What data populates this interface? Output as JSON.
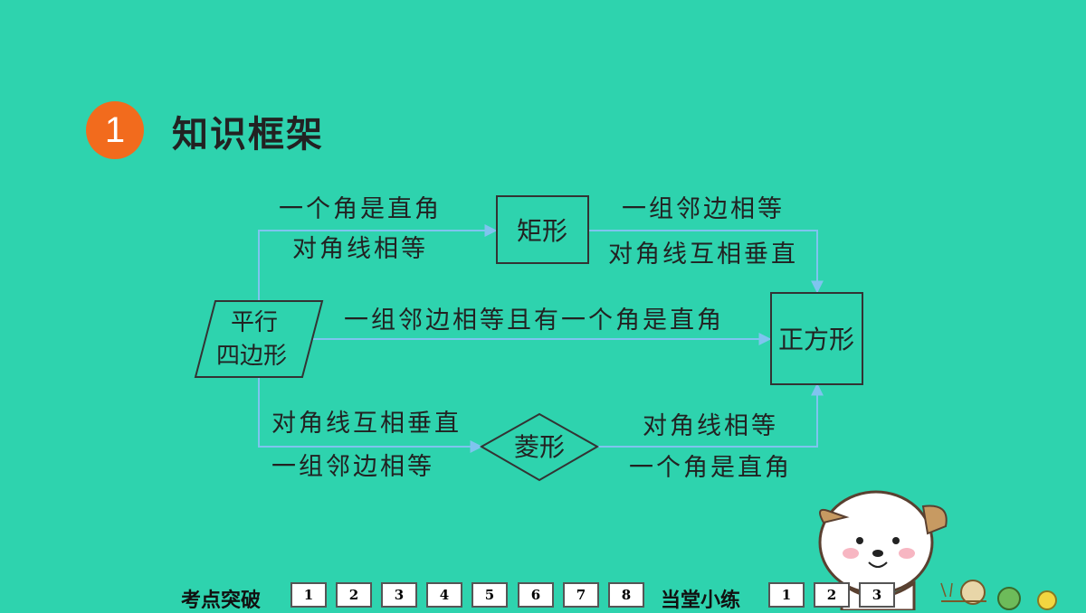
{
  "header": {
    "number": "1",
    "title": "知识框架"
  },
  "diagram": {
    "nodes": {
      "parallelogram": {
        "line1": "平行",
        "line2": "四边形"
      },
      "rectangle": "矩形",
      "rhombus": "菱形",
      "square": "正方形"
    },
    "edges": {
      "to_rectangle": [
        "一个角是直角",
        "对角线相等"
      ],
      "rectangle_to_square": [
        "一组邻边相等",
        "对角线互相垂直"
      ],
      "direct_to_square": "一组邻边相等且有一个角是直角",
      "to_rhombus": [
        "对角线互相垂直",
        "一组邻边相等"
      ],
      "rhombus_to_square": [
        "对角线相等",
        "一个角是直角"
      ]
    }
  },
  "nav": {
    "section1_label": "考点突破",
    "section1_buttons": [
      "1",
      "2",
      "3",
      "4",
      "5",
      "6",
      "7",
      "8"
    ],
    "section2_label": "当堂小练",
    "section2_buttons": [
      "1",
      "2",
      "3"
    ]
  },
  "colors": {
    "background": "#2ed3ae",
    "badge": "#f26b1d",
    "arrow": "#7fc4ef"
  }
}
